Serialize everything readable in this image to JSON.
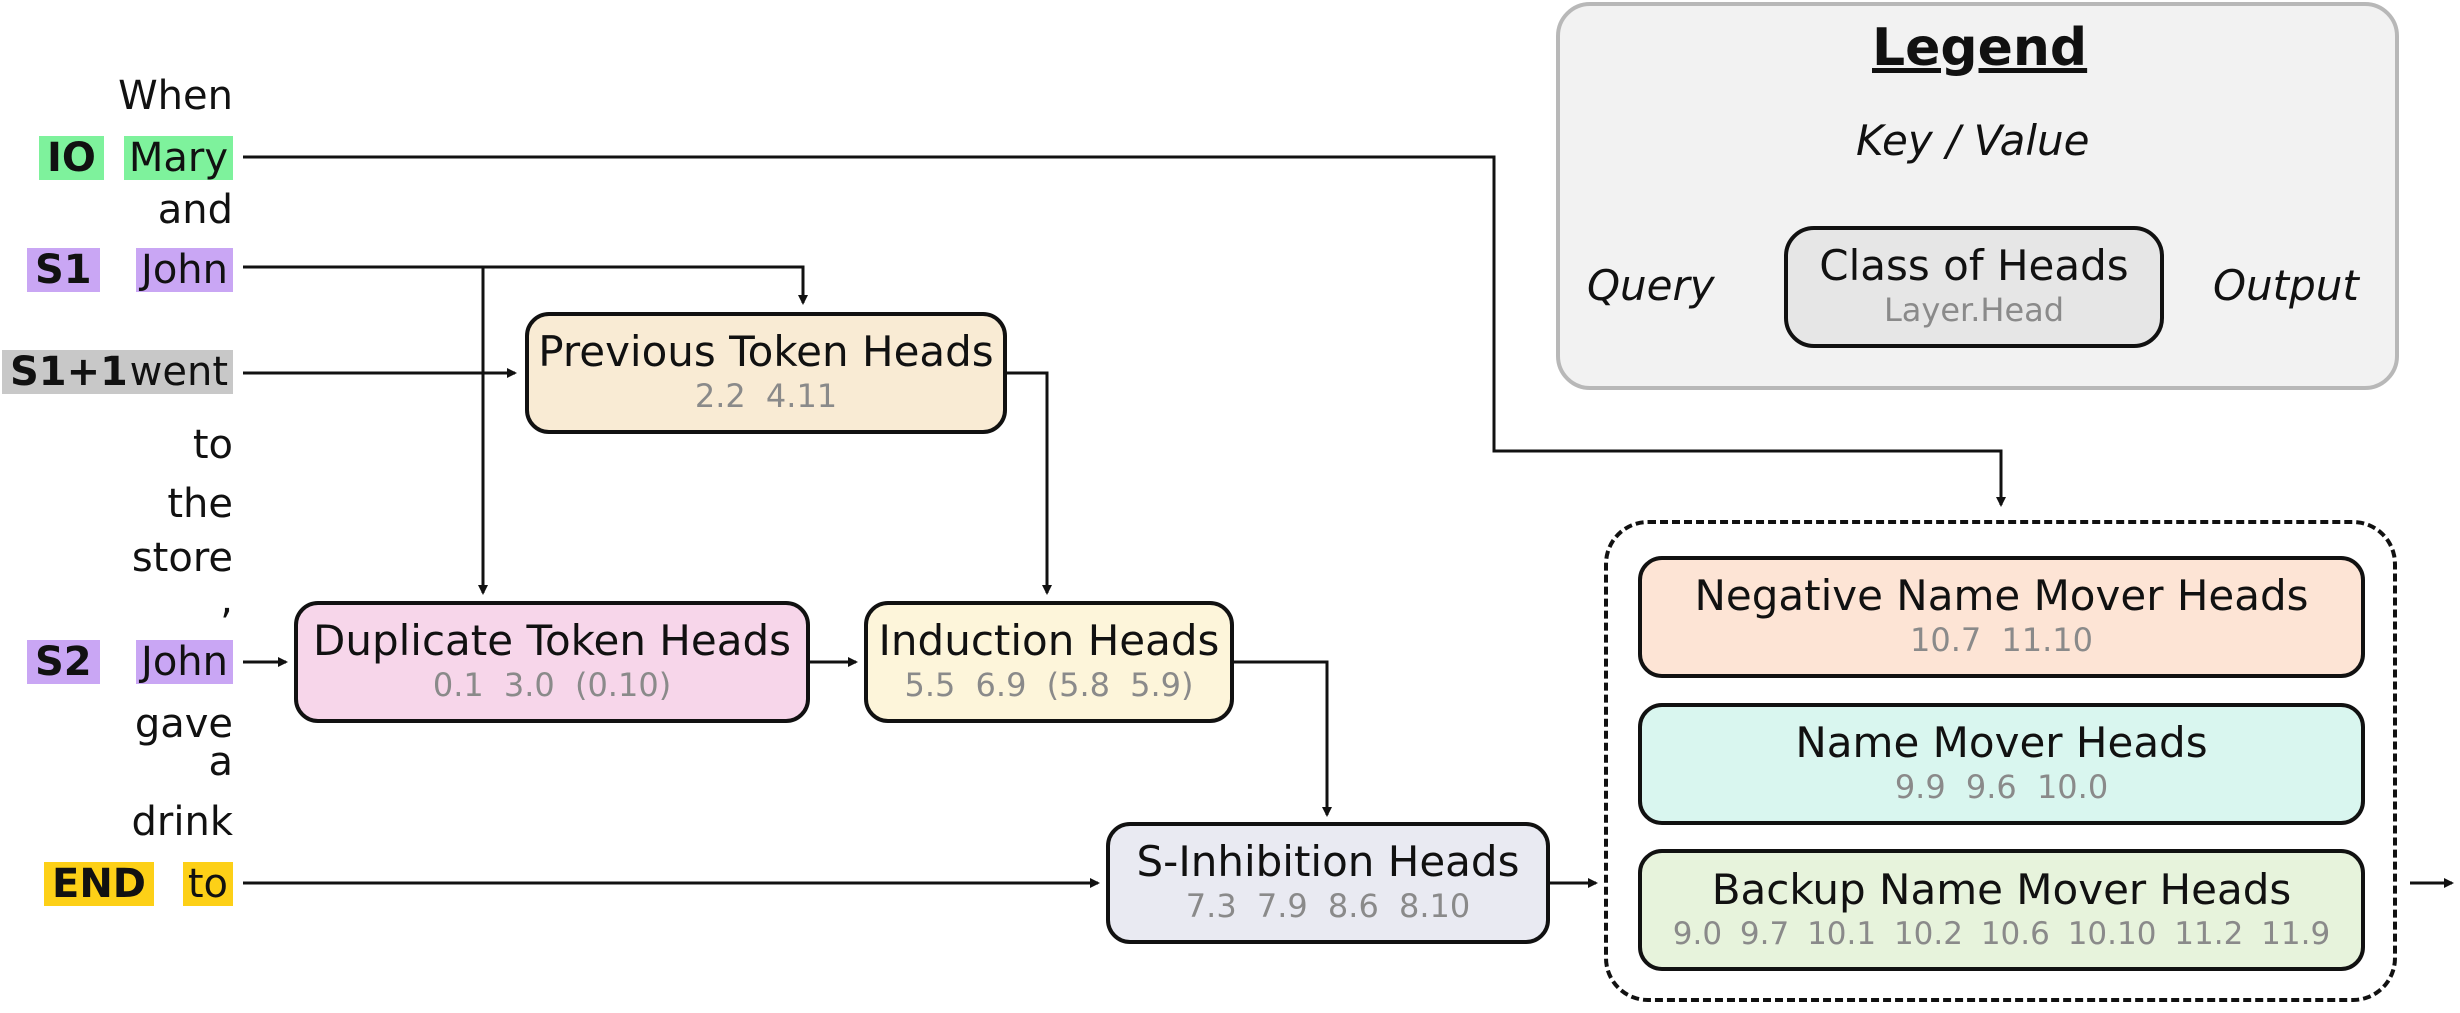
{
  "legend": {
    "title": "Legend",
    "key_value": "Key / Value",
    "query": "Query",
    "output": "Output",
    "class_label": "Class of Heads",
    "layer_head": "Layer.Head"
  },
  "tags": {
    "io": "IO",
    "s1": "S1",
    "s1p1": "S1+1",
    "s2": "S2",
    "end": "END"
  },
  "tokens": [
    "When",
    "Mary",
    "and",
    "John",
    "went",
    "to",
    "the",
    "store",
    ",",
    "John",
    "gave",
    "a",
    "drink",
    "to"
  ],
  "heads": {
    "previous_token": {
      "name": "Previous Token Heads",
      "heads": "2.2 4.11"
    },
    "duplicate_token": {
      "name": "Duplicate Token Heads",
      "heads": "0.1 3.0 (0.10)"
    },
    "induction": {
      "name": "Induction Heads",
      "heads": "5.5 6.9 (5.8 5.9)"
    },
    "s_inhibition": {
      "name": "S-Inhibition Heads",
      "heads": "7.3 7.9 8.6 8.10"
    },
    "negative_name_mover": {
      "name": "Negative Name Mover Heads",
      "heads": "10.7 11.10"
    },
    "name_mover": {
      "name": "Name Mover Heads",
      "heads": "9.9 9.6 10.0"
    },
    "backup_name_mover": {
      "name": "Backup Name Mover Heads",
      "heads": "9.0 9.7 10.1 10.2 10.6 10.10 11.2 11.9"
    }
  },
  "colors": {
    "io_green": "#7ef29c",
    "s_purple": "#c9a6f4",
    "s1p1_gray": "#c8c8c8",
    "end_yellow": "#fdd017",
    "previous_token_fill": "#f9ebd4",
    "duplicate_token_fill": "#f7d6ea",
    "induction_fill": "#fdf5da",
    "s_inhibition_fill": "#e9eaf2",
    "negative_name_mover_fill": "#fde4d5",
    "name_mover_fill": "#d9f6ef",
    "backup_name_mover_fill": "#e7f3dc",
    "legend_box_fill": "#e6e6e6"
  }
}
